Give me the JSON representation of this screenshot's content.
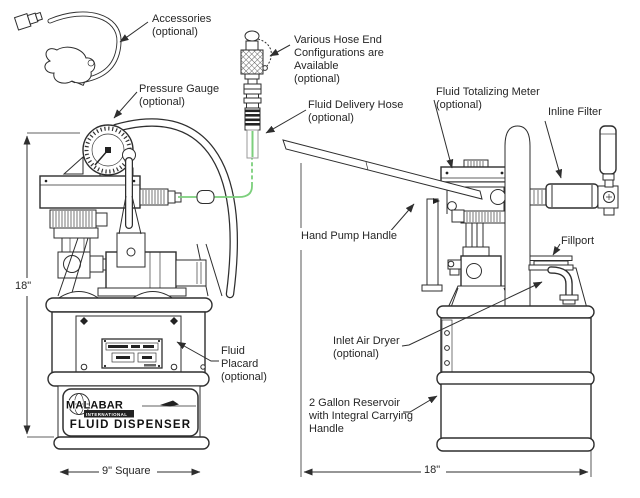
{
  "diagram": {
    "callouts": {
      "accessories": "Accessories\n(optional)",
      "pressure_gauge": "Pressure Gauge\n(optional)",
      "hose_end": "Various Hose End\nConfigurations are\nAvailable\n(optional)",
      "delivery_hose": "Fluid Delivery Hose\n(optional)",
      "totalizing_meter": "Fluid Totalizing Meter\n(optional)",
      "inline_filter": "Inline Filter",
      "hand_pump_handle": "Hand Pump Handle",
      "fillport": "Fillport",
      "inlet_air_dryer": "Inlet Air Dryer\n(optional)",
      "fluid_placard": "Fluid\nPlacard\n(optional)",
      "reservoir": "2 Gallon Reservoir\nwith Integral Carrying\nHandle"
    },
    "dimensions": {
      "left_height": "18\"",
      "base_width": "9\" Square",
      "right_width": "18\""
    },
    "branding": {
      "logo": "MALABAR",
      "logo_subtitle": "INTERNATIONAL",
      "product_name": "FLUID DISPENSER"
    },
    "colors": {
      "hose": "#7ccf7c",
      "ink": "#2e2e2e"
    }
  }
}
